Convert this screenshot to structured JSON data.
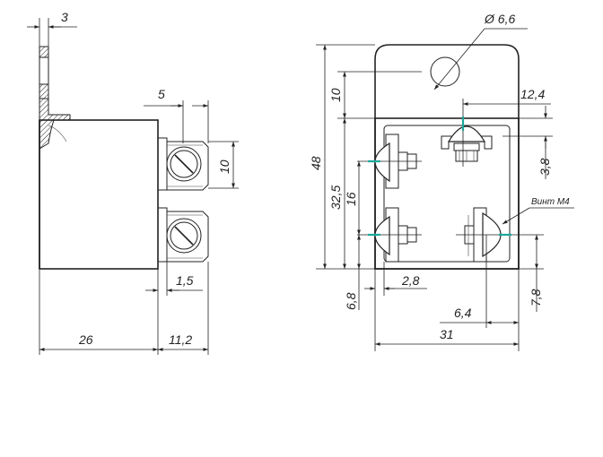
{
  "side_view": {
    "dims": {
      "d3": "3",
      "d5": "5",
      "d10": "10",
      "d1_5": "1,5",
      "d26": "26",
      "d11_2": "11,2"
    }
  },
  "front_view": {
    "dims": {
      "hole_dia": "Ø 6,6",
      "d10": "10",
      "d48": "48",
      "d32_5": "32,5",
      "d16": "16",
      "d12_4": "12,4",
      "d3_8": "3,8",
      "d6_8": "6,8",
      "d2_8": "2,8",
      "d6_4": "6,4",
      "d7_8": "7,8",
      "d31": "31"
    },
    "note_screw": "Винт М4"
  },
  "colors": {
    "accent": "#1aa89a",
    "line": "#222222"
  }
}
